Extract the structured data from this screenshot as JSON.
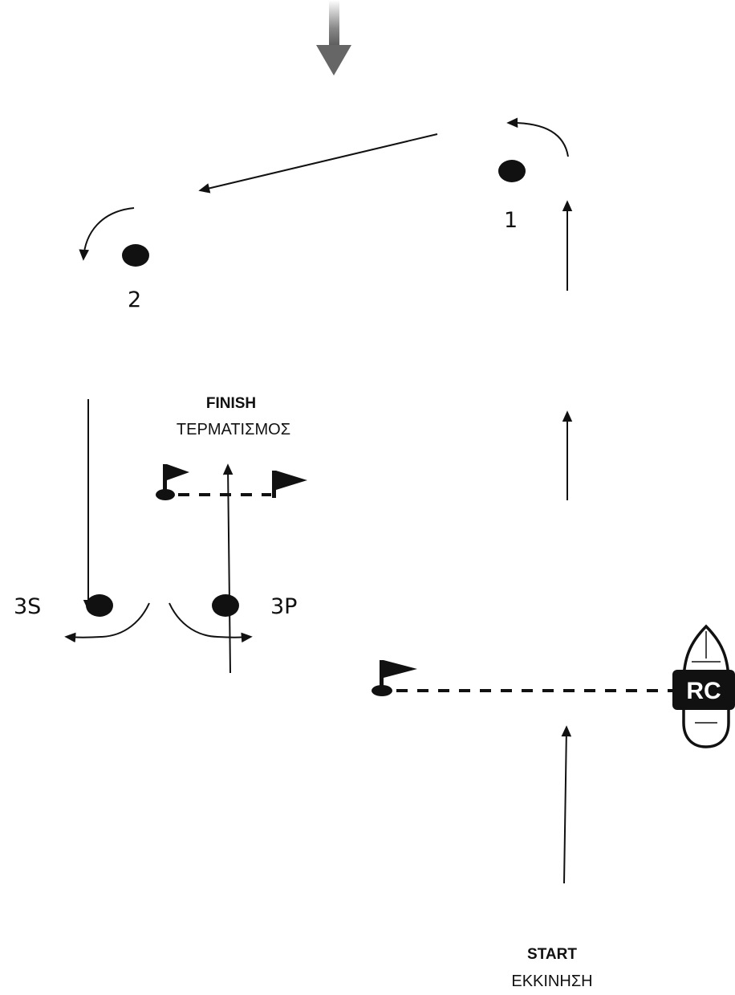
{
  "wind": {
    "icon": "wind-direction-arrow-icon",
    "color": "#6e6e6e"
  },
  "marks": {
    "mark1": {
      "label": "1"
    },
    "mark2": {
      "label": "2"
    },
    "mark3s": {
      "label": "3S"
    },
    "mark3p": {
      "label": "3P"
    }
  },
  "finish": {
    "title": "FINISH",
    "subtitle": "ΤΕΡΜΑΤΙΣΜΟΣ"
  },
  "start": {
    "title": "START",
    "subtitle": "ΕΚΚΙΝΗΣΗ"
  },
  "committee_boat": {
    "label": "RC",
    "icon": "committee-boat-icon"
  },
  "colors": {
    "ink": "#111111",
    "wind": "#6e6e6e"
  }
}
